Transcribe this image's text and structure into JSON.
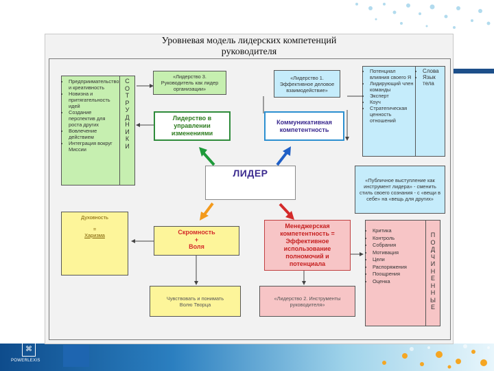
{
  "title_line1": "Уровневая модель  лидерских компетенций",
  "title_line2": "руководителя",
  "left_list": [
    "Предприимательство и креативность",
    "Новизна и притягательность идей",
    "Создание перспектив для роста других",
    "Вовлечение действием",
    "Интеграция вокруг Миссии"
  ],
  "left_vertical": [
    "С",
    "О",
    "Т",
    "Р",
    "У",
    "Д",
    "Н",
    "И",
    "К",
    "И"
  ],
  "leadership3": "«Лидерство 3. Руководитель как лидер организации»",
  "leadership1": "«Лидерство 1. Эффективное деловое взаимодействие»",
  "green_box": "Лидерство в управлении изменениями",
  "cyan_box": "Коммуникативная компетентность",
  "right_list": [
    "Потенциал влияния своего Я",
    "Лидирующий член команды",
    "Эксперт",
    "Коуч",
    "Стратегическая ценность отношений"
  ],
  "right_list2": [
    "Слова",
    "Язык тела"
  ],
  "public_speech": "«Публичное выступление как инструмент лидера» - сменить стиль своего сознания - с «вещи в себе» на «вещь для других»",
  "leader": "ЛИДЕР",
  "yellow_left_l1": "Духовность",
  "yellow_left_l2": "=",
  "yellow_left_l3": "Харизма",
  "modesty_l1": "Скромность",
  "modesty_l2": "+",
  "modesty_l3": "Воля",
  "manager_box": "Менеджерская компетентность = Эффективное использование полномочий и потенциала",
  "bottom_yellow": "Чувствовать и понимать Волю Творца",
  "leadership2": "«Лидерство 2. Инструменты руководителя»",
  "pink_list": [
    "Критика",
    "Контроль",
    "Собрания",
    "Мотивация",
    "Цели",
    "Распоряжения",
    "Поощрения",
    "Оценка"
  ],
  "pink_vertical": [
    "П",
    "О",
    "Д",
    "Ч",
    "И",
    "Н",
    "Е",
    "Н",
    "Н",
    "Ы",
    "Е"
  ],
  "logo_text": "POWERLEXIS",
  "colors": {
    "arrow_green": "#1e9a3a",
    "arrow_blue": "#1f5fc6",
    "arrow_orange": "#f39a1c",
    "arrow_red": "#d42a2a",
    "green_title": "#2b7a1d",
    "purple_title": "#3b2a8f"
  }
}
